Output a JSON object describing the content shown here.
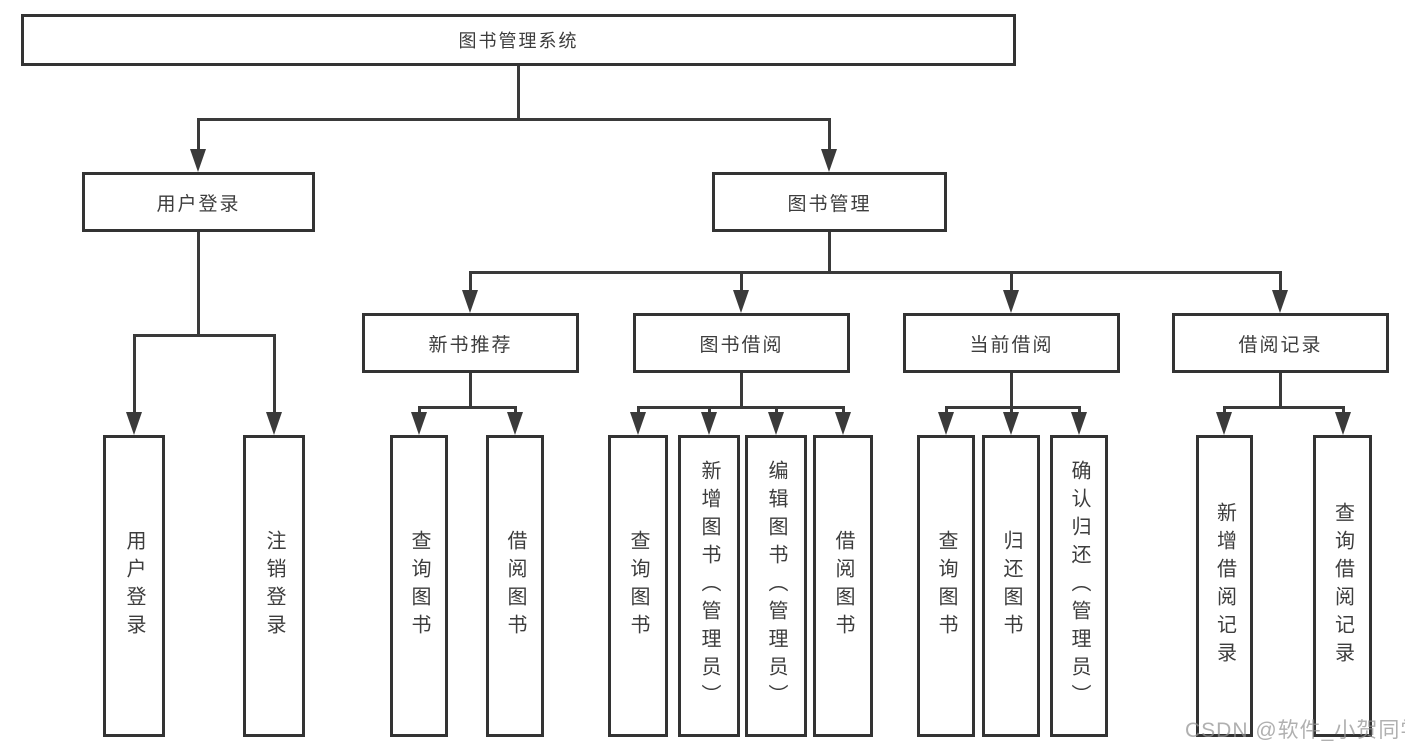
{
  "diagram": {
    "tree": {
      "label": "图书管理系统",
      "children": [
        {
          "label": "用户登录",
          "children": [
            {
              "label": "用户登录"
            },
            {
              "label": "注销登录"
            }
          ]
        },
        {
          "label": "图书管理",
          "children": [
            {
              "label": "新书推荐",
              "children": [
                {
                  "label": "查询图书"
                },
                {
                  "label": "借阅图书"
                }
              ]
            },
            {
              "label": "图书借阅",
              "children": [
                {
                  "label": "查询图书"
                },
                {
                  "label": "新增图书（管理员）"
                },
                {
                  "label": "编辑图书（管理员）"
                },
                {
                  "label": "借阅图书"
                }
              ]
            },
            {
              "label": "当前借阅",
              "children": [
                {
                  "label": "查询图书"
                },
                {
                  "label": "归还图书"
                },
                {
                  "label": "确认归还（管理员）"
                }
              ]
            },
            {
              "label": "借阅记录",
              "children": [
                {
                  "label": "新增借阅记录"
                },
                {
                  "label": "查询借阅记录"
                }
              ]
            }
          ]
        }
      ]
    },
    "watermark": "CSDN @软件_小贺同学",
    "colors": {
      "line": "#3a3a3a",
      "border": "#333333",
      "text": "#3d3d3d",
      "watermark": "#b5b5b5",
      "background": "#ffffff"
    }
  }
}
